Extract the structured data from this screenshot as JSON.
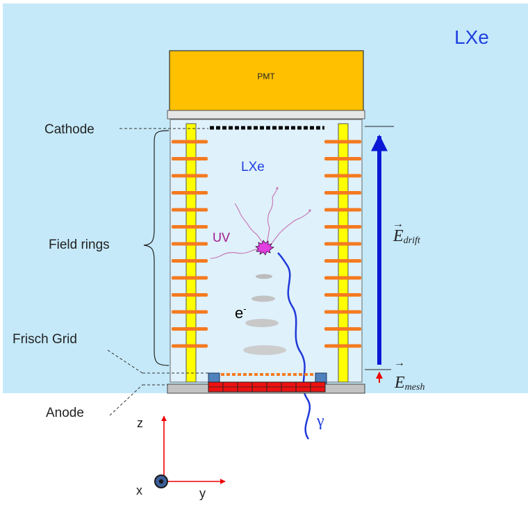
{
  "labels": {
    "lxe_outer": "LXe",
    "pmt": "PMT",
    "cathode": "Cathode",
    "lxe_inner": "LXe",
    "field_rings": "Field rings",
    "uv": "UV",
    "electron_base": "e",
    "electron_sup": "-",
    "frisch_grid": "Frisch Grid",
    "anode": "Anode",
    "gamma": "γ",
    "e_drift_base": "E",
    "e_drift_sub": "drift",
    "e_mesh_base": "E",
    "e_mesh_sub": "mesh",
    "vector_arrow": "→",
    "axis_z": "z",
    "axis_x": "x",
    "axis_y": "y"
  },
  "colors": {
    "lxe_background": "#c5e9f9",
    "chamber_fill": "#dff1fb",
    "pmt_fill": "#ffc000",
    "field_ring": "#f47a20",
    "support_rod": "#ffff00",
    "anode_pad": "#ee1111",
    "spacer": "#4f81bd",
    "field_arrow": "#0b18d6",
    "gamma_track": "#2038d8",
    "uv_photon": "#c77ab7",
    "interaction": "#e23ee0",
    "axis_red": "#ee0000",
    "lxe_text": "#1f3fe0",
    "uv_text": "#a0188c"
  },
  "icons": {
    "interaction_point": "starburst-icon",
    "x_axis_out_of_page": "circle-dot-icon"
  }
}
